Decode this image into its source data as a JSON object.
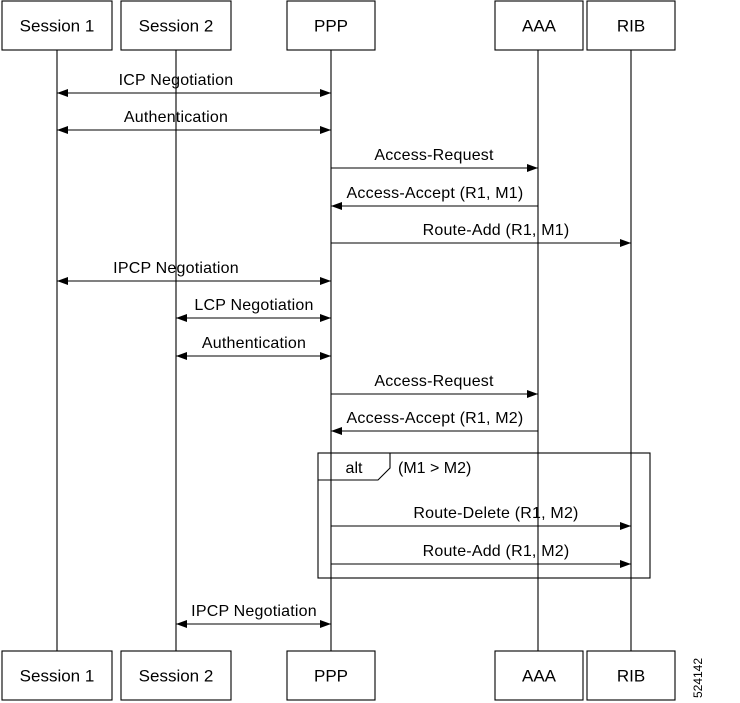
{
  "diagram": {
    "participants": [
      {
        "id": "session1",
        "label": "Session 1"
      },
      {
        "id": "session2",
        "label": "Session 2"
      },
      {
        "id": "ppp",
        "label": "PPP"
      },
      {
        "id": "aaa",
        "label": "AAA"
      },
      {
        "id": "rib",
        "label": "RIB"
      }
    ],
    "sequence": [
      {
        "type": "message",
        "label": "ICP Negotiation",
        "from": "session1",
        "to": "ppp",
        "bidirectional": true
      },
      {
        "type": "message",
        "label": "Authentication",
        "from": "session1",
        "to": "ppp",
        "bidirectional": true
      },
      {
        "type": "message",
        "label": "Access-Request",
        "from": "ppp",
        "to": "aaa",
        "bidirectional": false
      },
      {
        "type": "message",
        "label": "Access-Accept (R1, M1)",
        "from": "aaa",
        "to": "ppp",
        "bidirectional": false
      },
      {
        "type": "message",
        "label": "Route-Add (R1, M1)",
        "from": "ppp",
        "to": "rib",
        "bidirectional": false
      },
      {
        "type": "message",
        "label": "IPCP Negotiation",
        "from": "session1",
        "to": "ppp",
        "bidirectional": true
      },
      {
        "type": "message",
        "label": "LCP Negotiation",
        "from": "session2",
        "to": "ppp",
        "bidirectional": true
      },
      {
        "type": "message",
        "label": "Authentication",
        "from": "session2",
        "to": "ppp",
        "bidirectional": true
      },
      {
        "type": "message",
        "label": "Access-Request",
        "from": "ppp",
        "to": "aaa",
        "bidirectional": false
      },
      {
        "type": "message",
        "label": "Access-Accept (R1, M2)",
        "from": "aaa",
        "to": "ppp",
        "bidirectional": false
      },
      {
        "type": "fragment",
        "operator": "alt",
        "guard": "(M1 > M2)",
        "messages": [
          {
            "type": "message",
            "label": "Route-Delete (R1, M2)",
            "from": "ppp",
            "to": "rib",
            "bidirectional": false
          },
          {
            "type": "message",
            "label": "Route-Add (R1, M2)",
            "from": "ppp",
            "to": "rib",
            "bidirectional": false
          }
        ]
      },
      {
        "type": "message",
        "label": "IPCP Negotiation",
        "from": "session2",
        "to": "ppp",
        "bidirectional": true
      }
    ]
  },
  "figure_id": "524142",
  "colors": {
    "line": "#000000",
    "background": "#ffffff"
  }
}
